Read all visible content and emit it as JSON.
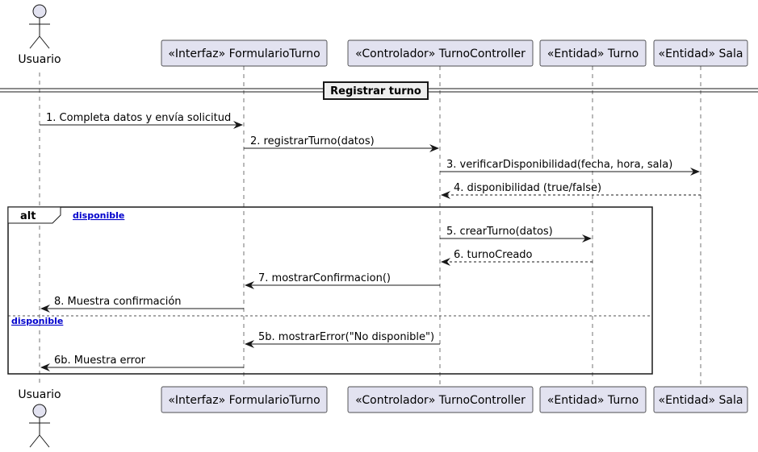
{
  "participants": [
    {
      "id": "usuario",
      "label": "Usuario",
      "kind": "actor"
    },
    {
      "id": "formulario",
      "label": "«Interfaz» FormularioTurno",
      "kind": "box"
    },
    {
      "id": "controller",
      "label": "«Controlador» TurnoController",
      "kind": "box"
    },
    {
      "id": "turno",
      "label": "«Entidad» Turno",
      "kind": "box"
    },
    {
      "id": "sala",
      "label": "«Entidad» Sala",
      "kind": "box"
    }
  ],
  "divider": {
    "label": "Registrar turno"
  },
  "messages": [
    {
      "from": "usuario",
      "to": "formulario",
      "label": "1. Completa datos y envía solicitud",
      "dashed": false
    },
    {
      "from": "formulario",
      "to": "controller",
      "label": "2. registrarTurno(datos)",
      "dashed": false
    },
    {
      "from": "controller",
      "to": "sala",
      "label": "3. verificarDisponibilidad(fecha, hora, sala)",
      "dashed": false
    },
    {
      "from": "sala",
      "to": "controller",
      "label": "4. disponibilidad (true/false)",
      "dashed": true
    },
    {
      "from": "controller",
      "to": "turno",
      "label": "5. crearTurno(datos)",
      "dashed": false
    },
    {
      "from": "turno",
      "to": "controller",
      "label": "6. turnoCreado",
      "dashed": true
    },
    {
      "from": "controller",
      "to": "formulario",
      "label": "7. mostrarConfirmacion()",
      "dashed": false
    },
    {
      "from": "formulario",
      "to": "usuario",
      "label": "8. Muestra confirmación",
      "dashed": false
    },
    {
      "from": "controller",
      "to": "formulario",
      "label": "5b. mostrarError(\"No disponible\")",
      "dashed": false
    },
    {
      "from": "formulario",
      "to": "usuario",
      "label": "6b. Muestra error",
      "dashed": false
    }
  ],
  "fragment": {
    "type": "alt",
    "guards": [
      "disponible",
      "disponible"
    ]
  },
  "colors": {
    "participant_fill": "#e2e2f0",
    "participant_stroke": "#181818",
    "lifeline": "#181818",
    "guard_link": "#0000cc",
    "divider_fill": "#eeeeee"
  }
}
